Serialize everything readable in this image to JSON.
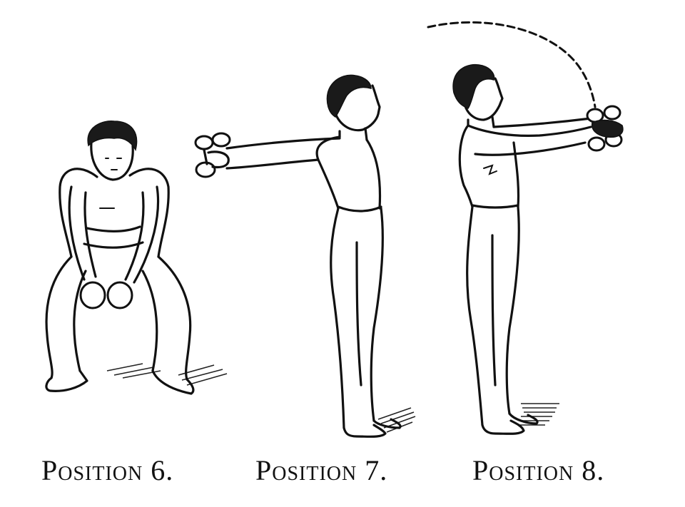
{
  "figures": [
    {
      "caption": "Position 6."
    },
    {
      "caption": "Position 7."
    },
    {
      "caption": "Position 8."
    }
  ],
  "colors": {
    "ink": "#111111",
    "paper": "#ffffff"
  }
}
